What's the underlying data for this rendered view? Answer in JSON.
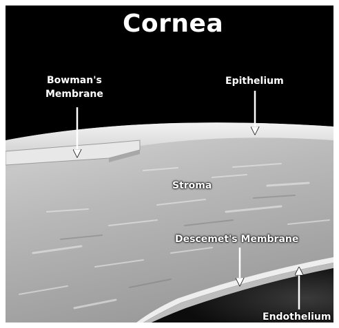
{
  "title": "Cornea",
  "labels": {
    "bowman_line1": "Bowman's",
    "bowman_line2": "Membrane",
    "epithelium": "Epithelium",
    "stroma": "Stroma",
    "descemet": "Descemet's Membrane",
    "endothelium": "Endothelium"
  },
  "colors": {
    "background": "#000000",
    "text": "#ffffff",
    "tissue_light": "#d9d9d9",
    "tissue_dark": "#8a8a8a"
  }
}
